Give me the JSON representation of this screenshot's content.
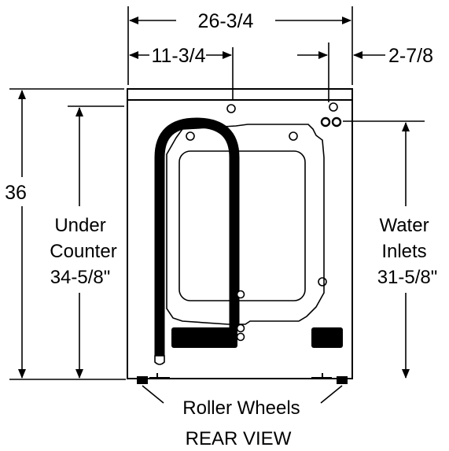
{
  "dimensions": {
    "overall_width": "26-3/4",
    "left_to_inlet": "11-3/4",
    "right_offset": "2-7/8",
    "overall_height": "36"
  },
  "labels": {
    "under_counter_line1": "Under",
    "under_counter_line2": "Counter",
    "under_counter_line3": "34-5/8\"",
    "water_inlets_line1": "Water",
    "water_inlets_line2": "Inlets",
    "water_inlets_line3": "31-5/8\"",
    "roller_wheels": "Roller Wheels",
    "view_title": "REAR VIEW"
  },
  "colors": {
    "ink": "#000000",
    "background": "#ffffff"
  }
}
